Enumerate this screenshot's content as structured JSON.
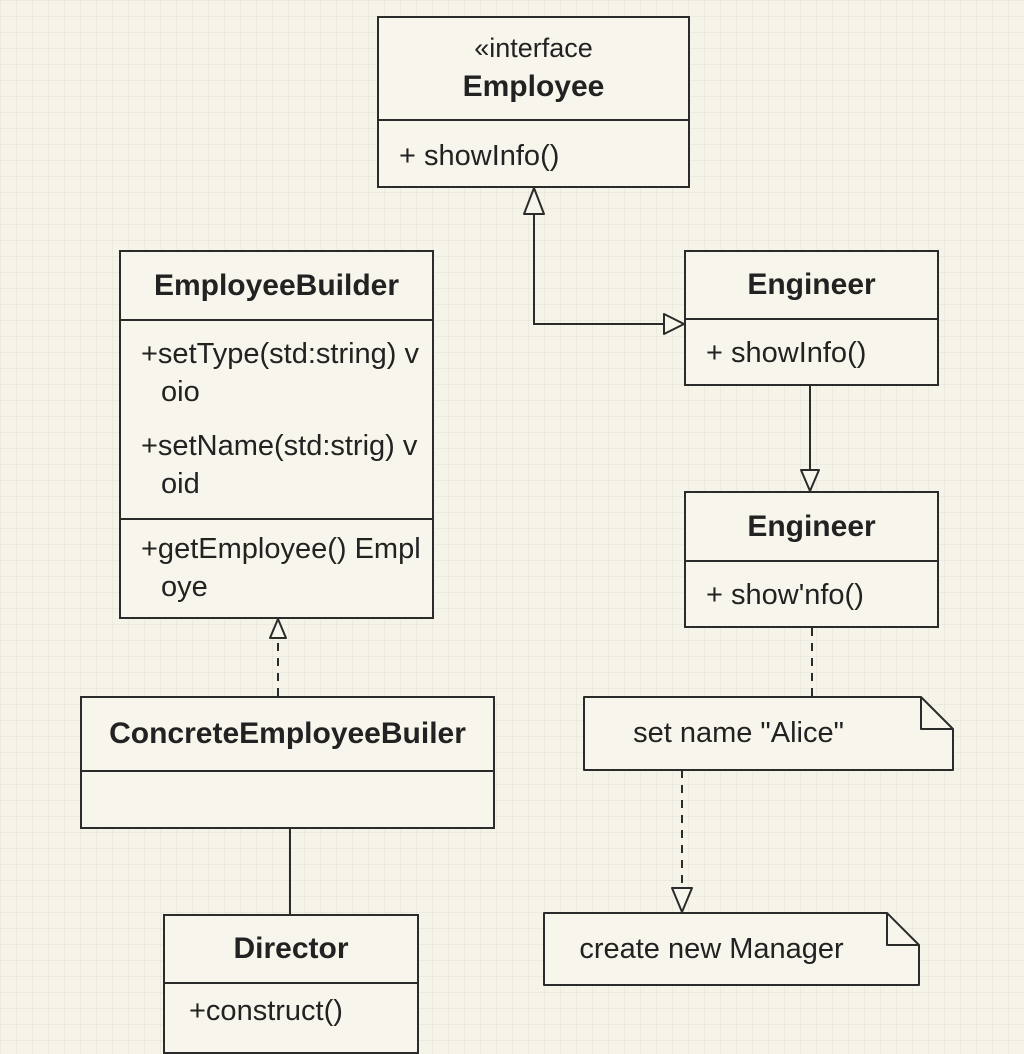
{
  "classes": {
    "employee": {
      "stereotype": "«interface",
      "name": "Employee",
      "methods": [
        "+ showInfo()"
      ]
    },
    "builder": {
      "name": "EmployeeBuilder",
      "setters": [
        "+setType(std:string) voio",
        "+setName(std:strig) void"
      ],
      "getters": [
        "+getEmployee() Employe"
      ]
    },
    "engineer_top": {
      "name": "Engineer",
      "methods": [
        "+ showInfo()"
      ]
    },
    "engineer_bottom": {
      "name": "Engineer",
      "methods": [
        "+ show'nfo()"
      ]
    },
    "concrete_builder": {
      "name": "ConcreteEmployeeBuiler"
    },
    "director": {
      "name": "Director",
      "methods": [
        "+construct()"
      ]
    }
  },
  "notes": {
    "set_name": "set name \"Alice\"",
    "create_manager": "create new Manager"
  },
  "colors": {
    "background": "#f6f3e8",
    "box_fill": "#f8f6ec",
    "line": "#2b2b2b",
    "text": "#222222"
  }
}
